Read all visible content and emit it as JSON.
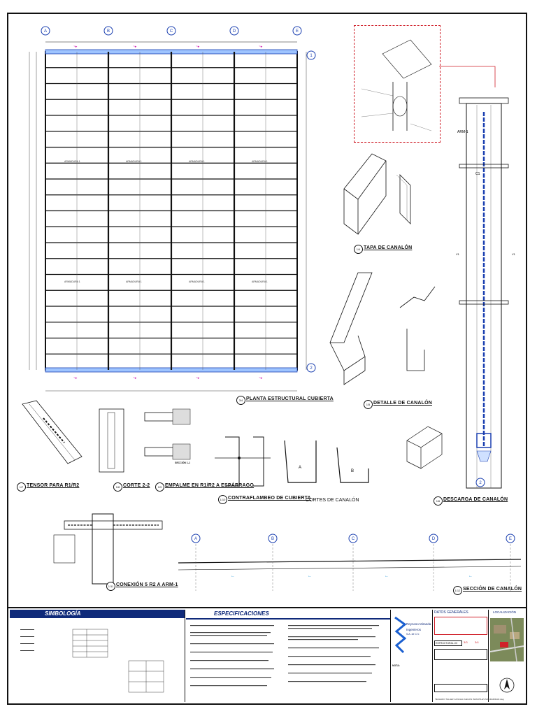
{
  "sheet": {
    "axes_top": [
      "A",
      "B",
      "C",
      "D",
      "E"
    ],
    "axes_side": [
      "1",
      "2"
    ],
    "plan_labels": {
      "armadura": "ARMADURA 1",
      "v": "V1"
    },
    "titles": {
      "plan": "PLANTA ESTRUCTURAL CUBIERTA",
      "tapa": "TAPA DE CANALÓN",
      "detalle": "DETALLE DE CANALÓN",
      "descarga": "DESCARGA DE CANALÓN",
      "tensor": "TENSOR PARA R1/R2",
      "corte": "CORTE 2-2",
      "empalme": "EMPALME EN R1/R2 A ESPÁRRAGO",
      "contraflambeo": "CONTRAFLAMBEO DE CUBIERTA",
      "cortes": "CORTES DE CANALÓN",
      "conexion": "CONEXIÓN 5 R2 A ARM-1",
      "seccion": "SECCIÓN DE CANALÓN",
      "seccion11": "SECCIÓN 1-1"
    },
    "badges": [
      "3/4",
      "1/4",
      "1/5",
      "1/6",
      "1/7",
      "1/8",
      "1/9",
      "1/10",
      "1/11",
      "1/12",
      "1/13"
    ],
    "cortes_letters": [
      "A",
      "B"
    ],
    "column_labels": [
      "C1",
      "ARM-1"
    ],
    "bottom": {
      "simbologia": "SIMBOLOGÍA",
      "especificaciones": "ESPECIFICACIONES",
      "firm_name": "Reynoso Miranda",
      "firm_sub": "Ingenieros",
      "firm_sub2": "S.A. de C.V.",
      "datos": "DATOS GENERALES",
      "localizacion": "LOCALIZACIÓN",
      "estructural": "ESTRUCTURAL-03",
      "sheet_codes": [
        "3/3",
        "3/4",
        "3/4"
      ],
      "nota": "NOTA:",
      "footer": "TECHADO TALLER CANCHA JUEGOS INFANTILES SOLIDARIDAD.dwg"
    },
    "colors": {
      "line": "#111111",
      "blue": "#1a3fb0",
      "red": "#d0202a",
      "magenta": "#d020b0",
      "cyan": "#2c9ad8"
    }
  }
}
